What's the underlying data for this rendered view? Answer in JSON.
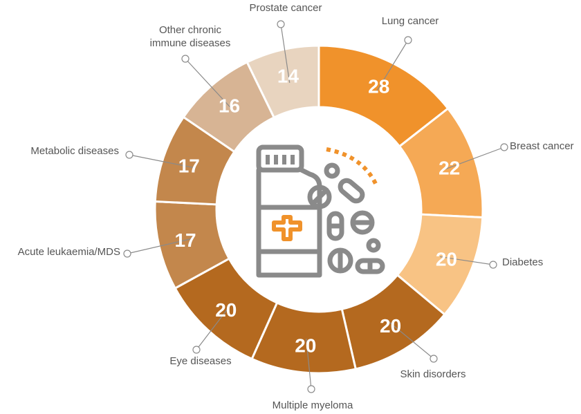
{
  "chart_data": {
    "type": "pie",
    "style": "donut",
    "start_angle_deg": 0,
    "direction": "clockwise",
    "categories": [
      "Lung cancer",
      "Breast cancer",
      "Diabetes",
      "Skin disorders",
      "Multiple myeloma",
      "Eye diseases",
      "Acute leukaemia/MDS",
      "Metabolic diseases",
      "Other chronic immune diseases",
      "Prostate cancer"
    ],
    "label_lines": [
      [
        "Lung cancer"
      ],
      [
        "Breast cancer"
      ],
      [
        "Diabetes"
      ],
      [
        "Skin disorders"
      ],
      [
        "Multiple myeloma"
      ],
      [
        "Eye diseases"
      ],
      [
        "Acute leukaemia/MDS"
      ],
      [
        "Metabolic diseases"
      ],
      [
        "Other chronic",
        "immune diseases"
      ],
      [
        "Prostate cancer"
      ]
    ],
    "values": [
      28,
      22,
      20,
      20,
      20,
      20,
      17,
      17,
      16,
      14
    ],
    "colors": [
      "#F0922B",
      "#F5A955",
      "#F8C384",
      "#B4691F",
      "#B4691F",
      "#B4691F",
      "#C3874C",
      "#C3874C",
      "#D7B494",
      "#E8D4BF"
    ],
    "title": "",
    "legend": "none",
    "center_icon": "medicine-bottle-and-pills-icon",
    "accent_color": "#F0922B"
  }
}
